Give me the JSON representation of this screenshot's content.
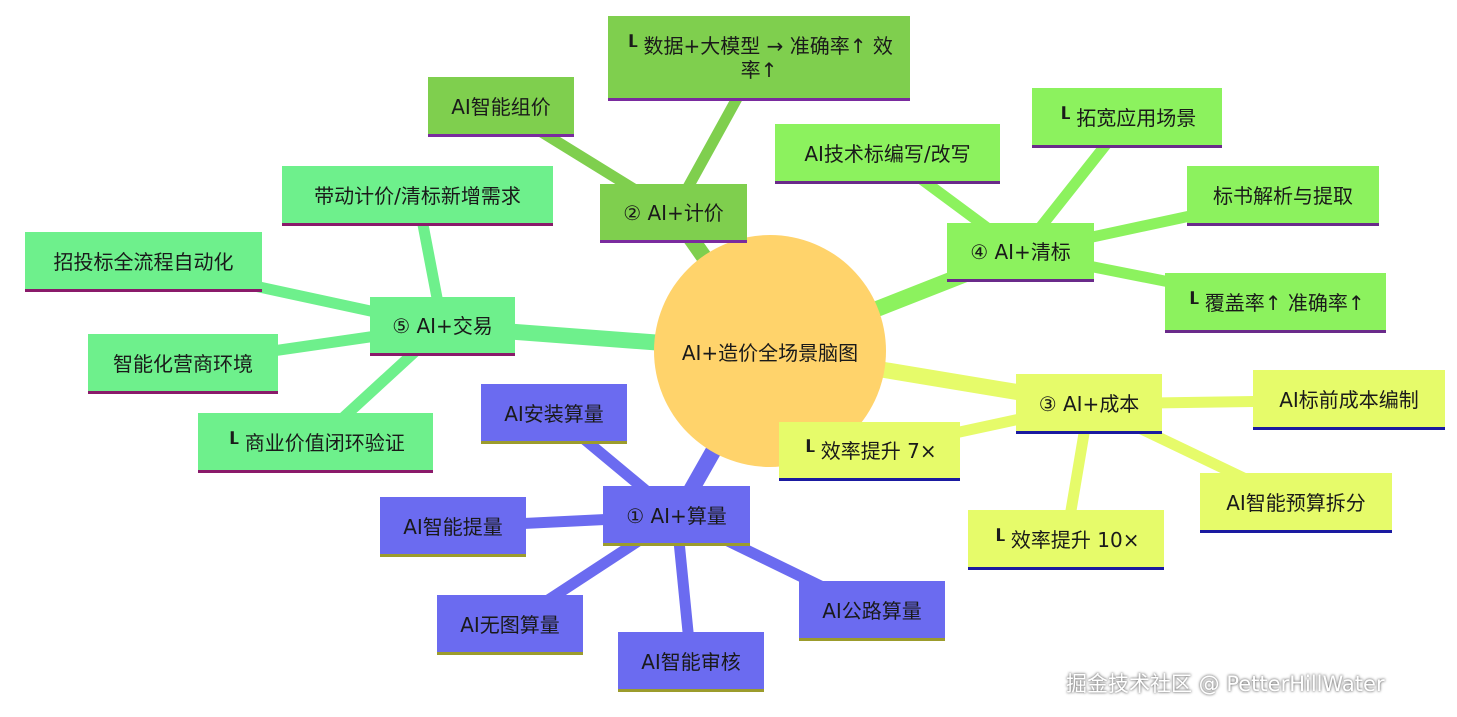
{
  "center": {
    "label": "AI+造价全场景脑图"
  },
  "branches": {
    "b1": {
      "label": "① AI+算量",
      "color": "#6b6bf0",
      "children": [
        "AI安装算量",
        "AI智能提量",
        "AI无图算量",
        "AI智能审核",
        "AI公路算量"
      ]
    },
    "b2": {
      "label": "② AI+计价",
      "color": "#7fcf4e",
      "children": [
        "AI智能组价",
        "┖ 数据+大模型 → 准确率↑ 效率↑"
      ]
    },
    "b3": {
      "label": "③ AI+成本",
      "color": "#e6fb6a",
      "children": [
        "AI标前成本编制",
        "┖ 效率提升 7×",
        "AI智能预算拆分",
        "┖ 效率提升 10×"
      ]
    },
    "b4": {
      "label": "④ AI+清标",
      "color": "#8cf25e",
      "children": [
        "AI技术标编写/改写",
        "┖ 拓宽应用场景",
        "标书解析与提取",
        "┖ 覆盖率↑ 准确率↑"
      ]
    },
    "b5": {
      "label": "⑤ AI+交易",
      "color": "#6ef08c",
      "children": [
        "带动计价/清标新增需求",
        "招投标全流程自动化",
        "智能化营商环境",
        "┖ 商业价值闭环验证"
      ]
    }
  },
  "watermark": "掘金技术社区 @ PetterHillWater"
}
